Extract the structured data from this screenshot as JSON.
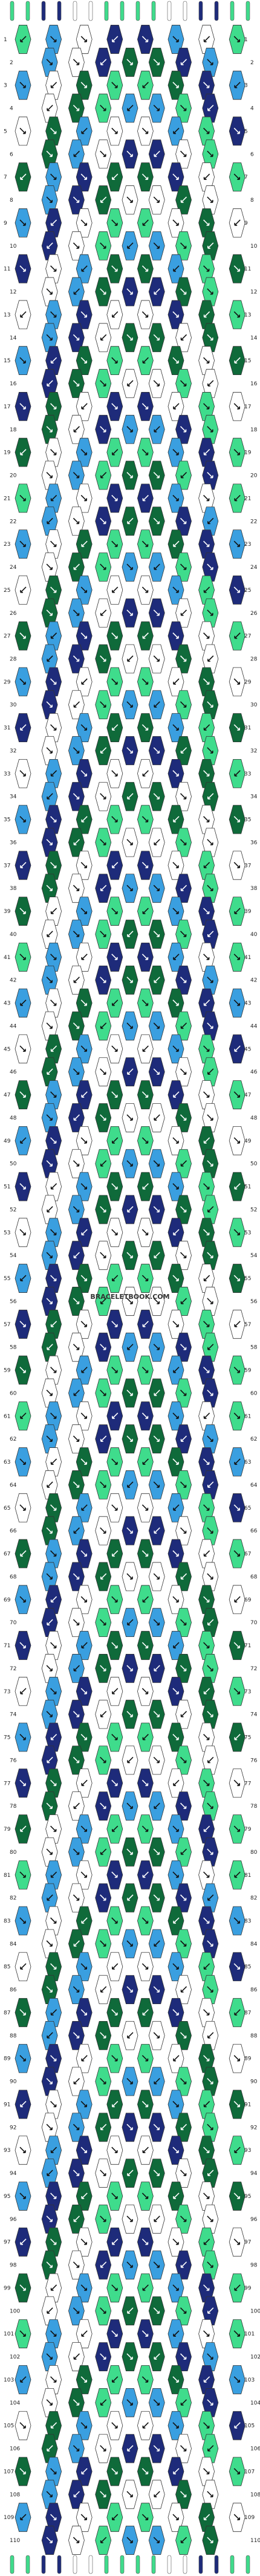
{
  "pattern": {
    "strings": 16,
    "rows": 110,
    "colors": {
      "A": "#1e2b7a",
      "B": "#0f6a3a",
      "C": "#3a9fe0",
      "D": "#3fdc8c",
      "E": "#ffffff"
    },
    "start_order": "DDAAEEDDDDEEAADD",
    "row_numbers": [
      "1",
      "2",
      "3",
      "4",
      "5",
      "6",
      "7",
      "8",
      "9",
      "10",
      "11",
      "12",
      "13",
      "14",
      "15",
      "16",
      "17",
      "18",
      "19",
      "20",
      "21",
      "22",
      "23",
      "24",
      "25",
      "26",
      "27",
      "28",
      "29",
      "30",
      "31",
      "32",
      "33",
      "34",
      "35",
      "36",
      "37",
      "38",
      "39",
      "40",
      "41",
      "42",
      "43",
      "44",
      "45",
      "46",
      "47",
      "48",
      "49",
      "50",
      "51",
      "52",
      "53",
      "54",
      "55",
      "56",
      "57",
      "58",
      "59",
      "60",
      "61",
      "62",
      "63",
      "64",
      "65",
      "66",
      "67",
      "68",
      "69",
      "70",
      "71",
      "72",
      "73",
      "74",
      "75",
      "76",
      "77",
      "78",
      "79",
      "80",
      "81",
      "82",
      "83",
      "84",
      "85",
      "86",
      "87",
      "88",
      "89",
      "90",
      "91",
      "92",
      "93",
      "94",
      "95",
      "96",
      "97",
      "98",
      "99",
      "100",
      "101",
      "102",
      "103",
      "104",
      "105",
      "106",
      "107",
      "108",
      "109",
      "110"
    ],
    "motif_rows": [
      "DDCCEEAAAACCEEDD",
      "DCCEAABBBBAAECCD",
      "CCEABBDDDDBBAECC",
      "CEABDDCCCCDDBAEC",
      "EABDCCEEEECCDBAE",
      "ABDCEEAAAAEECDBA",
      "BDCEAABBBBAAECDB",
      "DCEABBEEEEBBAECD",
      "CEABEEDDDDEEBAEC",
      "EABEDDCCCCDDEBAE",
      "ABEDCCBBBBCCDEBA",
      "BEDCBBAAAABBCDEB",
      "EDCBAAEEEEAABCDE",
      "DCBAEEBBBBEEABCD",
      "CBAEBBDDDDBBEABC",
      "BAEBDDEEEEDDBEAB",
      "AEBDEEAAAAEEDBEA",
      "EBDEAACCCCAAEDBE",
      "BDEACCDDDDCCAEDB",
      "DEACDDBBBBDDCAED"
    ],
    "watermark": "BRACELETBOOK.COM"
  }
}
